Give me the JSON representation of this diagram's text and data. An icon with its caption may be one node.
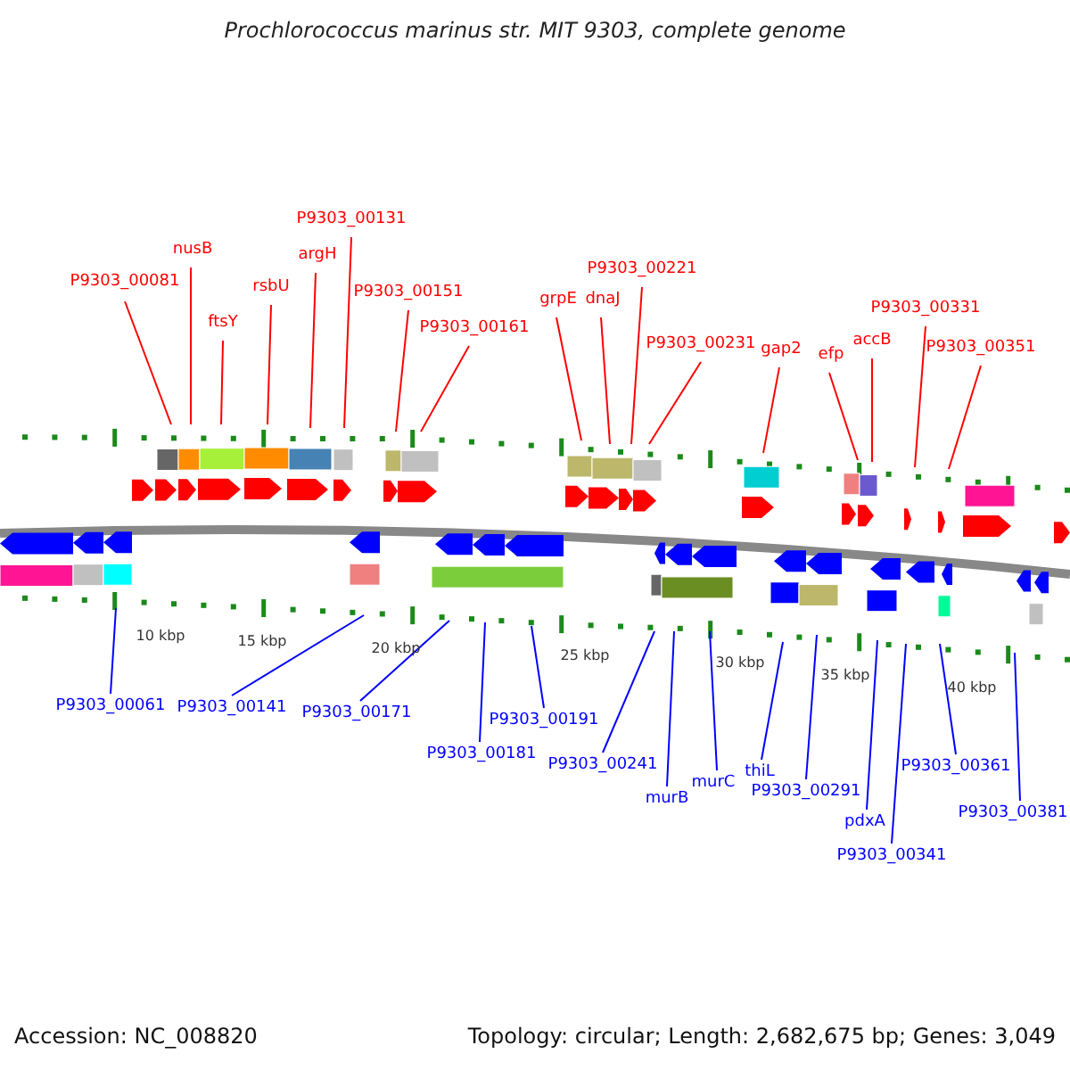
{
  "diagram": {
    "title": "Prochlorococcus marinus str. MIT 9303, complete genome",
    "nodes": [
      {
        "text": [
          "P9303_00081"
        ]
      },
      {
        "text": [
          "nusB"
        ]
      },
      {
        "text": [
          "ftsY"
        ]
      },
      {
        "text": [
          "rsbU"
        ]
      },
      {
        "text": [
          "argH"
        ]
      },
      {
        "text": [
          "P9303_00131"
        ]
      },
      {
        "text": [
          "P9303_00151"
        ]
      },
      {
        "text": [
          "P9303_00161"
        ]
      },
      {
        "text": [
          "grpE"
        ]
      },
      {
        "text": [
          "dnaJ"
        ]
      },
      {
        "text": [
          "P9303_00221"
        ]
      },
      {
        "text": [
          "P9303_00231"
        ]
      },
      {
        "text": [
          "gap2"
        ]
      },
      {
        "text": [
          "efp"
        ]
      },
      {
        "text": [
          "accB"
        ]
      },
      {
        "text": [
          "P9303_00331"
        ]
      },
      {
        "text": [
          "P9303_00351"
        ]
      },
      {
        "text": [
          "P9303_00061"
        ]
      },
      {
        "text": [
          "P9303_00141"
        ]
      },
      {
        "text": [
          "P9303_00171"
        ]
      },
      {
        "text": [
          "P9303_00191"
        ]
      },
      {
        "text": [
          "P9303_00181"
        ]
      },
      {
        "text": [
          "P9303_00241"
        ]
      },
      {
        "text": [
          "murB"
        ]
      },
      {
        "text": [
          "murC"
        ]
      },
      {
        "text": [
          "thiL"
        ]
      },
      {
        "text": [
          "P9303_00291"
        ]
      },
      {
        "text": [
          "pdxA"
        ]
      },
      {
        "text": [
          "P9303_00341"
        ]
      },
      {
        "text": [
          "P9303_00361"
        ]
      },
      {
        "text": [
          "P9303_00381"
        ]
      }
    ],
    "edges": [
      {
        "from": 0,
        "to": null,
        "arrow": "none"
      },
      {
        "from": 1,
        "to": null,
        "arrow": "none"
      },
      {
        "from": 2,
        "to": null,
        "arrow": "none"
      },
      {
        "from": 3,
        "to": null,
        "arrow": "none"
      },
      {
        "from": 4,
        "to": null,
        "arrow": "none"
      },
      {
        "from": 5,
        "to": null,
        "arrow": "none"
      },
      {
        "from": 6,
        "to": null,
        "arrow": "none"
      },
      {
        "from": 7,
        "to": null,
        "arrow": "none"
      },
      {
        "from": 8,
        "to": null,
        "arrow": "none"
      },
      {
        "from": 9,
        "to": null,
        "arrow": "none"
      },
      {
        "from": 10,
        "to": null,
        "arrow": "none"
      },
      {
        "from": 11,
        "to": null,
        "arrow": "none"
      },
      {
        "from": 12,
        "to": null,
        "arrow": "none"
      },
      {
        "from": 13,
        "to": null,
        "arrow": "none"
      },
      {
        "from": 14,
        "to": null,
        "arrow": "none"
      },
      {
        "from": 15,
        "to": null,
        "arrow": "none"
      },
      {
        "from": 16,
        "to": null,
        "arrow": "none"
      },
      {
        "from": 17,
        "to": null,
        "arrow": "none",
        "color": "#0000ff"
      },
      {
        "from": 18,
        "to": null,
        "arrow": "none",
        "color": "#0000ff"
      },
      {
        "from": 19,
        "to": null,
        "arrow": "none",
        "color": "#0000ff"
      },
      {
        "from": 20,
        "to": null,
        "arrow": "none",
        "color": "#0000ff"
      },
      {
        "from": 21,
        "to": null,
        "arrow": "none",
        "color": "#0000ff"
      },
      {
        "from": 22,
        "to": null,
        "arrow": "none",
        "color": "#0000ff"
      },
      {
        "from": 23,
        "to": null,
        "arrow": "none",
        "color": "#0000ff"
      },
      {
        "from": 24,
        "to": null,
        "arrow": "none",
        "color": "#0000ff"
      },
      {
        "from": 25,
        "to": null,
        "arrow": "none",
        "color": "#0000ff"
      },
      {
        "from": 26,
        "to": null,
        "arrow": "none",
        "color": "#0000ff"
      },
      {
        "from": 27,
        "to": null,
        "arrow": "none",
        "color": "#0000ff"
      },
      {
        "from": 28,
        "to": null,
        "arrow": "none",
        "color": "#0000ff"
      },
      {
        "from": 29,
        "to": null,
        "arrow": "none",
        "color": "#0000ff"
      },
      {
        "from": 30,
        "to": null,
        "arrow": "none",
        "color": "#0000ff"
      }
    ],
    "labels": [
      "10 kbp",
      "15 kbp",
      "20 kbp",
      "25 kbp",
      "30 kbp",
      "35 kbp",
      "40 kbp",
      "Accession: NC_008820",
      "Topology: circular; Length: 2,682,675 bp; Genes: 3,049"
    ]
  }
}
